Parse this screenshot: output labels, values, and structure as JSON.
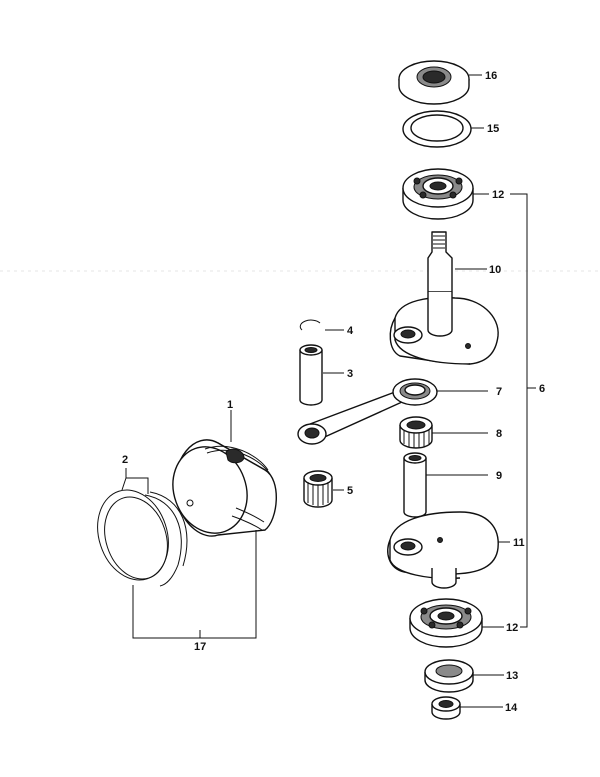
{
  "callouts": {
    "p1": "1",
    "p2": "2",
    "p3": "3",
    "p4": "4",
    "p5": "5",
    "p6": "6",
    "p7": "7",
    "p8": "8",
    "p9": "9",
    "p10": "10",
    "p11": "11",
    "p12a": "12",
    "p12b": "12",
    "p13": "13",
    "p14": "14",
    "p15": "15",
    "p16": "16",
    "p17": "17"
  },
  "colors": {
    "line": "#111111",
    "paper": "#ffffff",
    "shade": "#2a2a2a"
  }
}
